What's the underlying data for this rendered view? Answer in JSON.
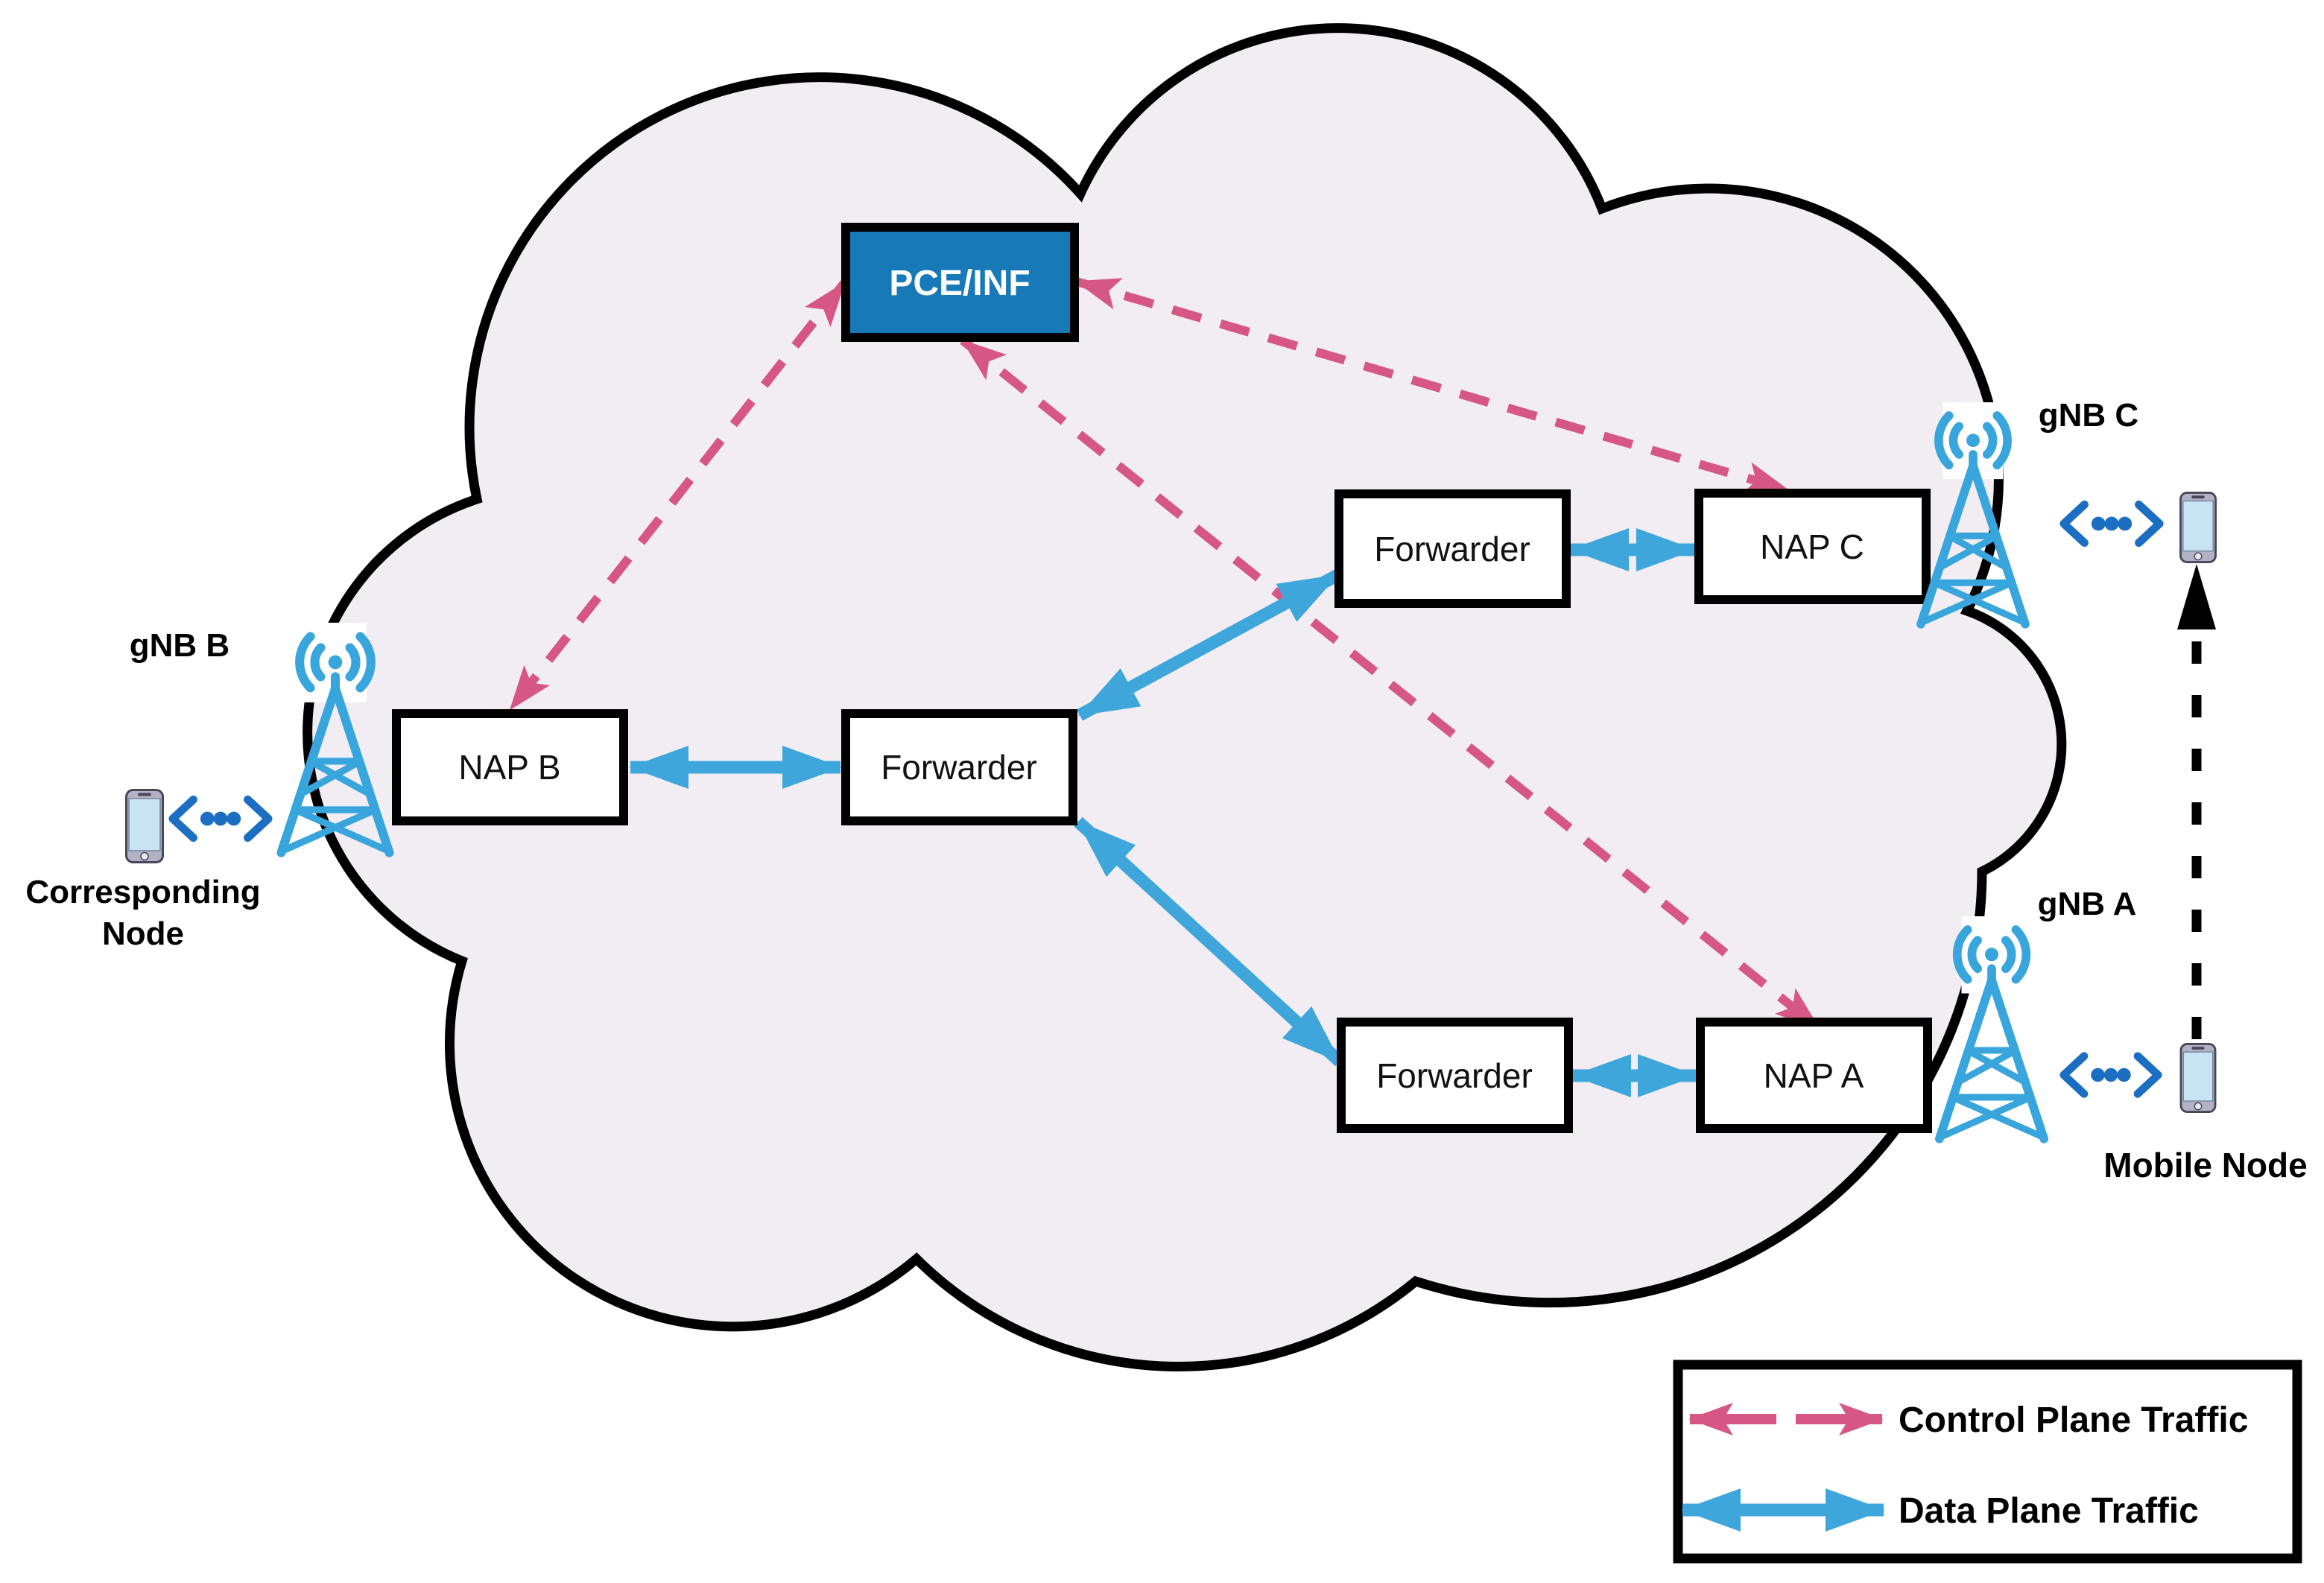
{
  "nodes": {
    "pce": {
      "label": "PCE/INF"
    },
    "nap_b": {
      "label": "NAP B"
    },
    "nap_c": {
      "label": "NAP C"
    },
    "nap_a": {
      "label": "NAP A"
    },
    "forwarder_center": {
      "label": "Forwarder"
    },
    "forwarder_top": {
      "label": "Forwarder"
    },
    "forwarder_bottom": {
      "label": "Forwarder"
    }
  },
  "stations": {
    "gnb_b": {
      "label": "gNB B"
    },
    "gnb_c": {
      "label": "gNB C"
    },
    "gnb_a": {
      "label": "gNB A"
    }
  },
  "endpoints": {
    "corresponding_node": {
      "label_line1": "Corresponding",
      "label_line2": "Node"
    },
    "mobile_node": {
      "label": "Mobile Node"
    }
  },
  "legend": {
    "control_label": "Control Plane Traffic",
    "data_label": "Data Plane Traffic"
  },
  "links": [
    {
      "from": "PCE/INF",
      "to": "NAP B",
      "type": "control"
    },
    {
      "from": "PCE/INF",
      "to": "NAP C",
      "type": "control"
    },
    {
      "from": "PCE/INF",
      "to": "NAP A",
      "type": "control"
    },
    {
      "from": "NAP B",
      "to": "Forwarder (center)",
      "type": "data"
    },
    {
      "from": "Forwarder (center)",
      "to": "Forwarder (top)",
      "type": "data"
    },
    {
      "from": "Forwarder (center)",
      "to": "Forwarder (bottom)",
      "type": "data"
    },
    {
      "from": "Forwarder (top)",
      "to": "NAP C",
      "type": "data"
    },
    {
      "from": "Forwarder (bottom)",
      "to": "NAP A",
      "type": "data"
    },
    {
      "from": "Mobile Node",
      "to": "gNB C attachment point",
      "type": "movement"
    }
  ],
  "colors": {
    "control": "#d65784",
    "data": "#3fa6db",
    "pce_fill": "#1779b8",
    "cloud_fill": "#f2edf3",
    "tower": "#38a5dc",
    "link": "#1b6ec2",
    "phone_body": "#b3b1c4",
    "phone_screen": "#c8e3f2"
  }
}
